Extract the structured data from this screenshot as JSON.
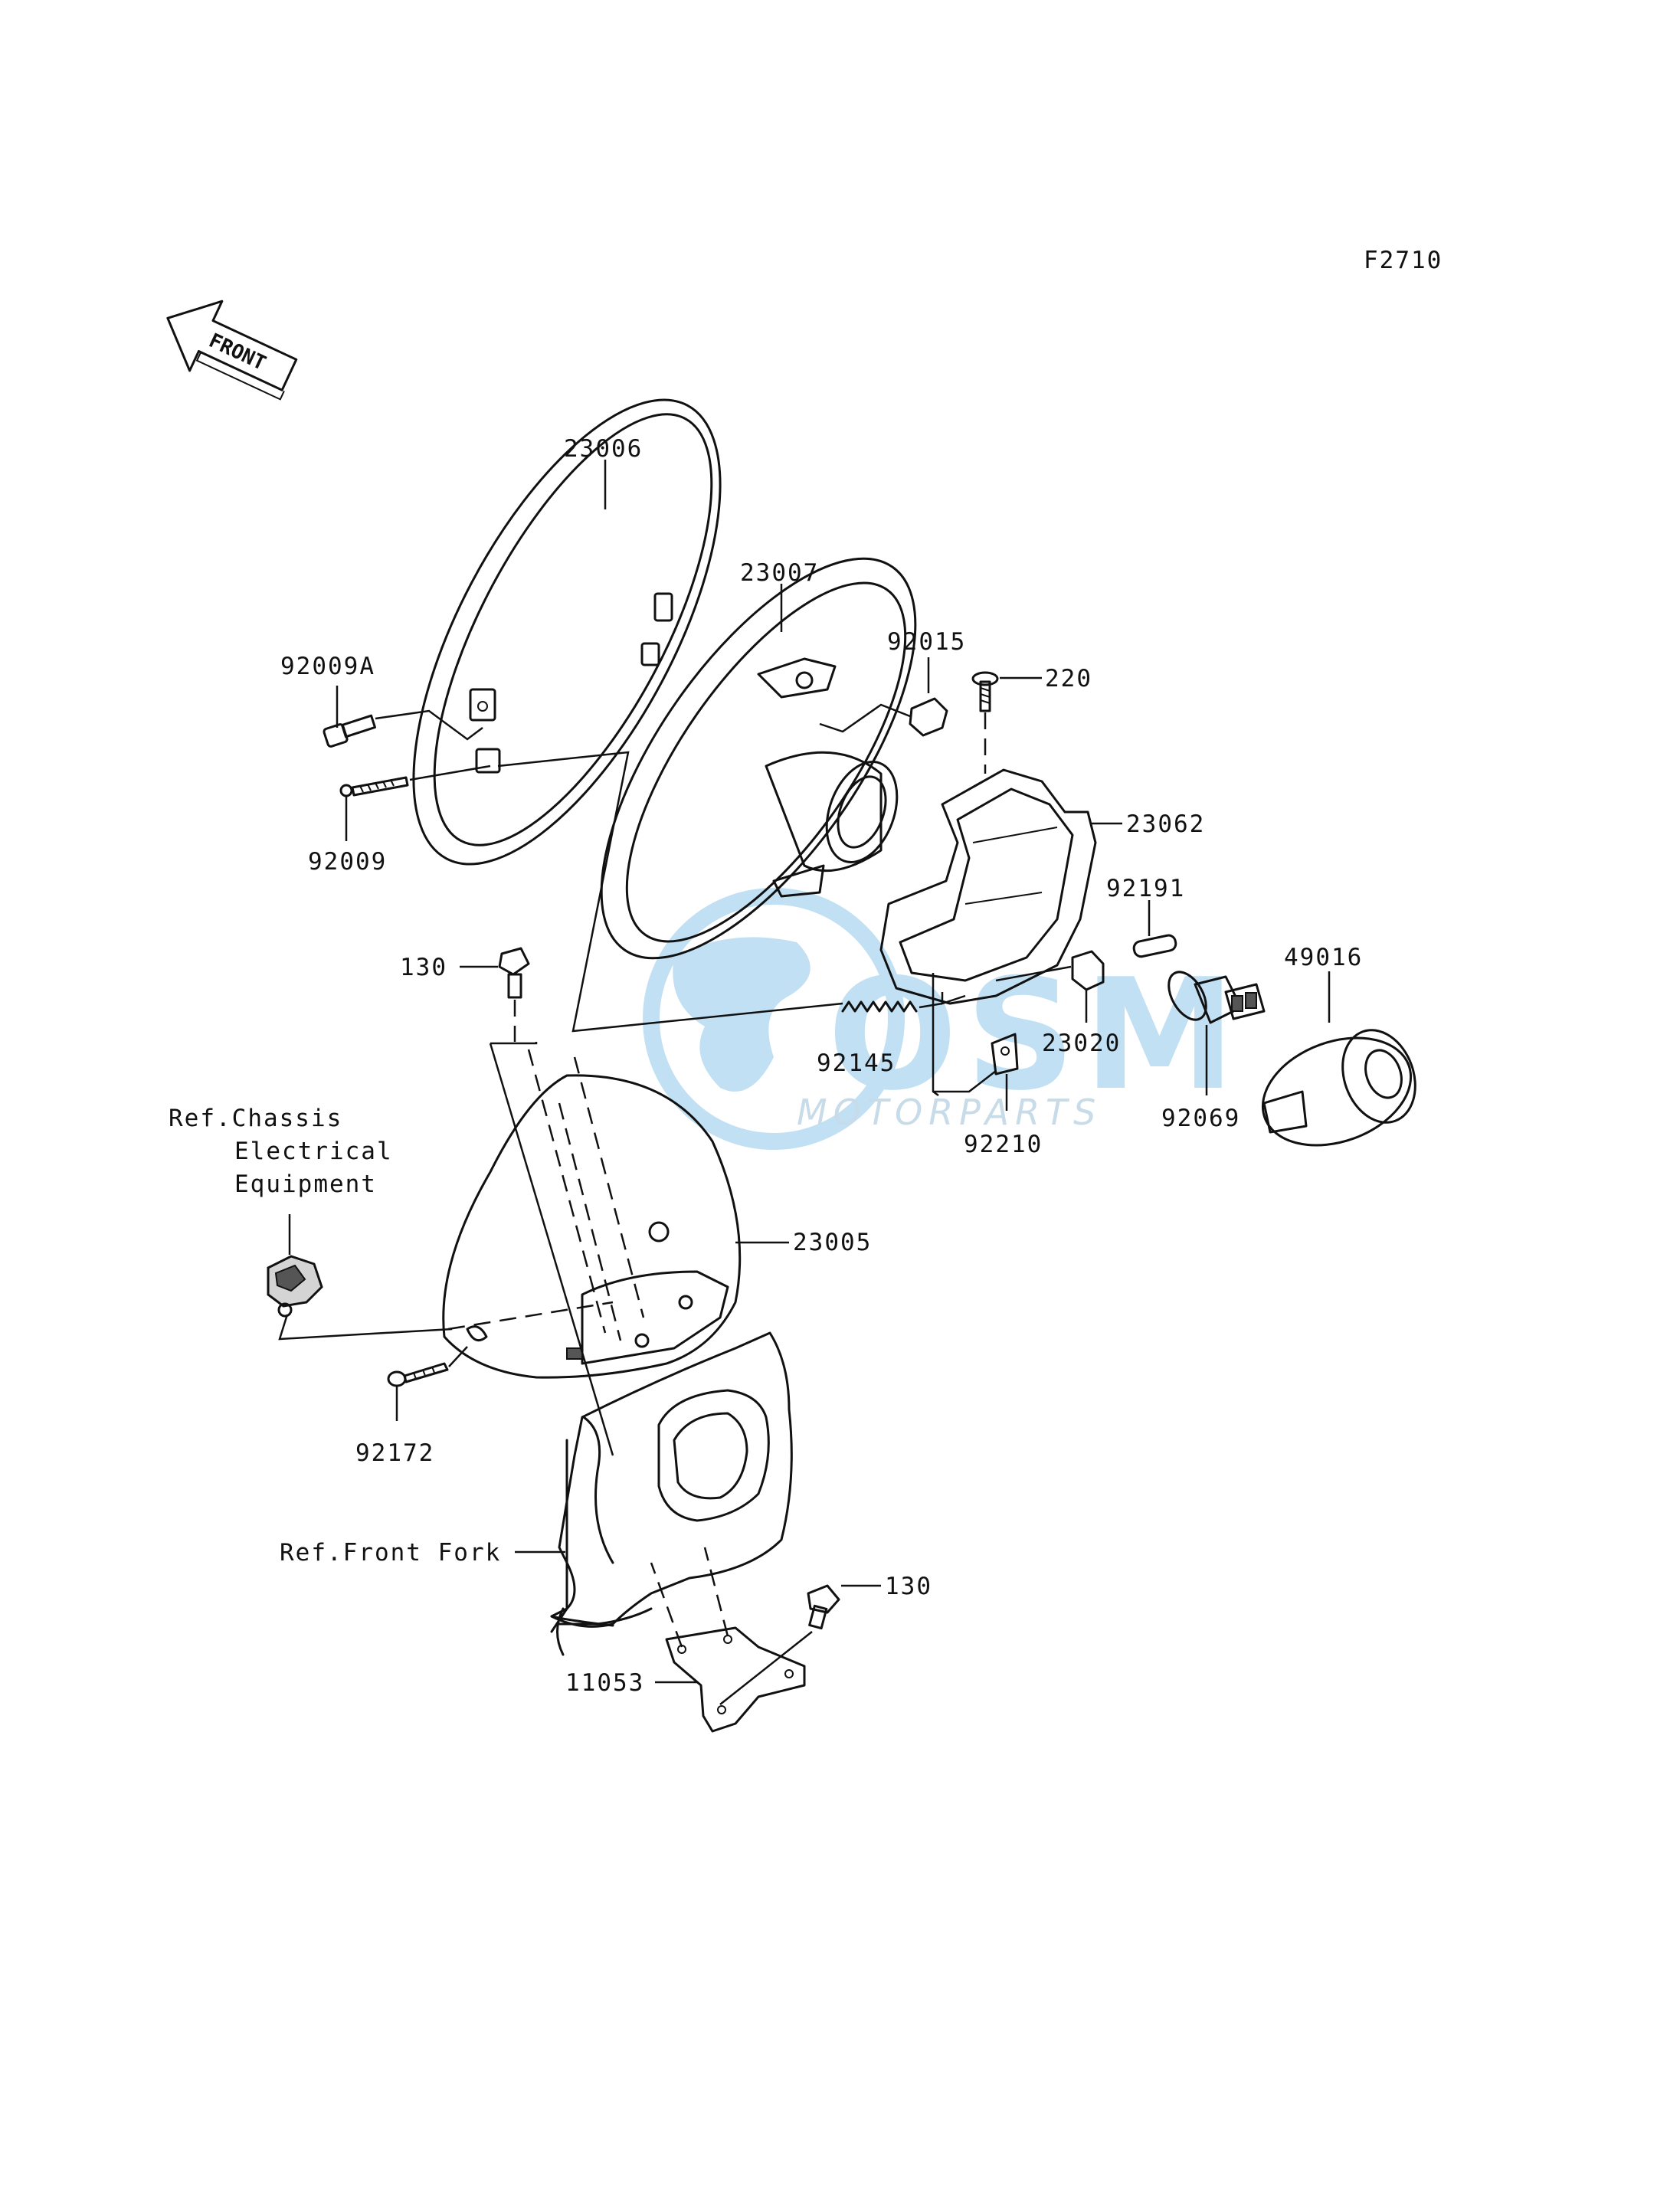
{
  "figure_code": "F2710",
  "front_badge": "FRONT",
  "watermark": {
    "logo": "OSM",
    "text": "MOTORPARTS",
    "color": "#8fc7ea"
  },
  "labels": {
    "p23006": "23006",
    "p23007": "23007",
    "p92009A": "92009A",
    "p92015": "92015",
    "p220": "220",
    "p23062": "23062",
    "p92009": "92009",
    "p92191": "92191",
    "p49016": "49016",
    "p130_top": "130",
    "p92145": "92145",
    "p23020": "23020",
    "p92210": "92210",
    "p92069": "92069",
    "ref_chassis_1": "Ref.Chassis",
    "ref_chassis_2": "Electrical",
    "ref_chassis_3": "Equipment",
    "p23005": "23005",
    "p92172": "92172",
    "ref_front_fork": "Ref.Front Fork",
    "p130_bottom": "130",
    "p11053": "11053"
  }
}
